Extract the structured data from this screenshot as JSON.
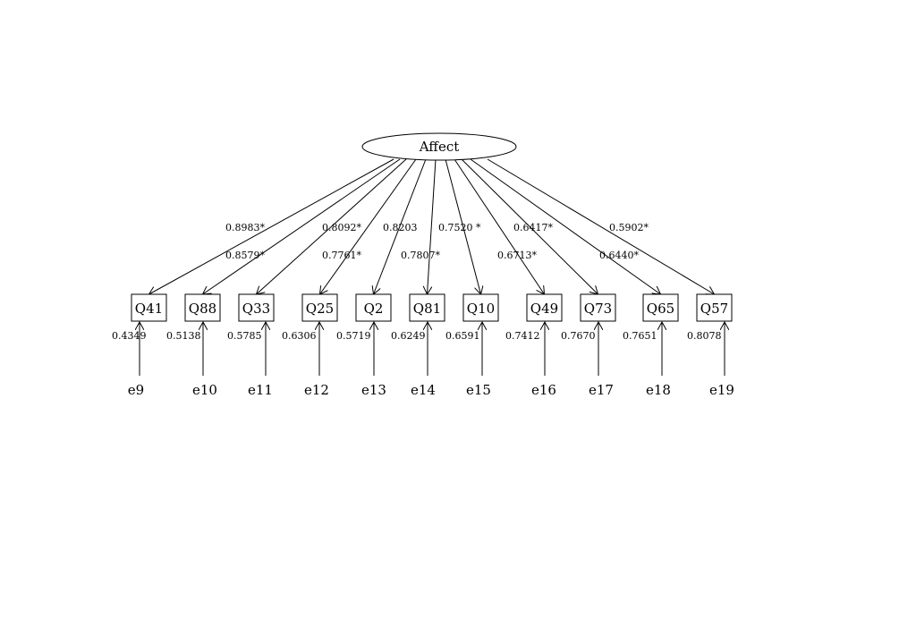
{
  "latent": {
    "label": "Affect"
  },
  "indicators": [
    {
      "label": "Q41",
      "loading": "0.8983*",
      "error_var": "0.4349",
      "error": "e9"
    },
    {
      "label": "Q88",
      "loading": "0.8579*",
      "error_var": "0.5138",
      "error": "e10"
    },
    {
      "label": "Q33",
      "loading": "0.8092*",
      "error_var": "0.5785",
      "error": "e11"
    },
    {
      "label": "Q25",
      "loading": "0.7761*",
      "error_var": "0.6306",
      "error": "e12"
    },
    {
      "label": "Q2",
      "loading": "0.8203",
      "error_var": "0.5719",
      "error": "e13"
    },
    {
      "label": "Q81",
      "loading": "0.7807*",
      "error_var": "0.6249",
      "error": "e14"
    },
    {
      "label": "Q10",
      "loading": "0.7520 *",
      "error_var": "0.6591",
      "error": "e15"
    },
    {
      "label": "Q49",
      "loading": "0.6713*",
      "error_var": "0.7412",
      "error": "e16"
    },
    {
      "label": "Q73",
      "loading": "0.6417*",
      "error_var": "0.7670",
      "error": "e17"
    },
    {
      "label": "Q65",
      "loading": "0.6440*",
      "error_var": "0.7651",
      "error": "e18"
    },
    {
      "label": "Q57",
      "loading": "0.5902*",
      "error_var": "0.8078",
      "error": "e19"
    }
  ]
}
